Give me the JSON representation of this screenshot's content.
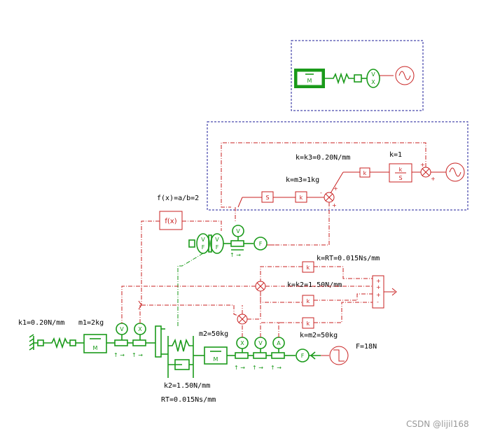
{
  "labels": {
    "k3": "k=k3=0.20N/mm",
    "k1gain": "k=1",
    "m3": "k=m3=1kg",
    "fx": "f(x)=a/b=2",
    "rt_gain": "k=RT=0.015Ns/mm",
    "k2_gain": "k=k2=1.50N/mm",
    "m2_gain": "k=m2=50kg",
    "k1": "k1=0.20N/mm",
    "m1": "m1=2kg",
    "m2": "m2=50kg",
    "force": "F=18N",
    "k2": "k2=1.50N/mm",
    "rt": "RT=0.015Ns/mm"
  },
  "blocks": {
    "mass": "M",
    "gain": "k",
    "integrator": "S",
    "fx_block": "f(x)",
    "force_sensor": "F",
    "vel": "V",
    "pos": "X",
    "acc": "A",
    "vx_top": "V",
    "vx_bottom": "X",
    "vf_v": "V",
    "vf_f": "F",
    "transfer_num": "k",
    "transfer_den": "S"
  },
  "watermark": "CSDN @lijil168",
  "colors": {
    "mechanical": "#1a9a1a",
    "signal": "#c82020",
    "frame": "#1e1e9a"
  }
}
